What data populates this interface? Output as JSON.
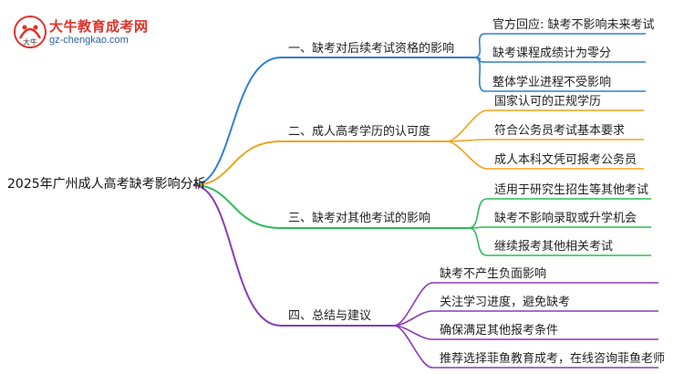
{
  "logo": {
    "title": "大牛教育成考网",
    "url": "gz-chengkao.com",
    "mark_text": "大牛"
  },
  "root": {
    "label": "2025年广州成人高考缺考影响分析"
  },
  "branches": [
    {
      "label": "一、缺考对后续考试资格的影响",
      "color": "#2f7fd6",
      "leaves": [
        "官方回应: 缺考不影响未来考试",
        "缺考课程成绩计为零分",
        "整体学业进程不受影响"
      ]
    },
    {
      "label": "二、成人高考学历的认可度",
      "color": "#f0a31c",
      "leaves": [
        "国家认可的正规学历",
        "符合公务员考试基本要求",
        "成人本科文凭可报考公务员"
      ]
    },
    {
      "label": "三、缺考对其他考试的影响",
      "color": "#2dbb57",
      "leaves": [
        "适用于研究生招生等其他考试",
        "缺考不影响录取或升学机会",
        "继续报考其他相关考试"
      ]
    },
    {
      "label": "四、总结与建议",
      "color": "#8a3ab9",
      "leaves": [
        "缺考不产生负面影响",
        "关注学习进度，避免缺考",
        "确保满足其他报考条件",
        "推荐选择菲鱼教育成考，在线咨询菲鱼老师"
      ]
    }
  ]
}
